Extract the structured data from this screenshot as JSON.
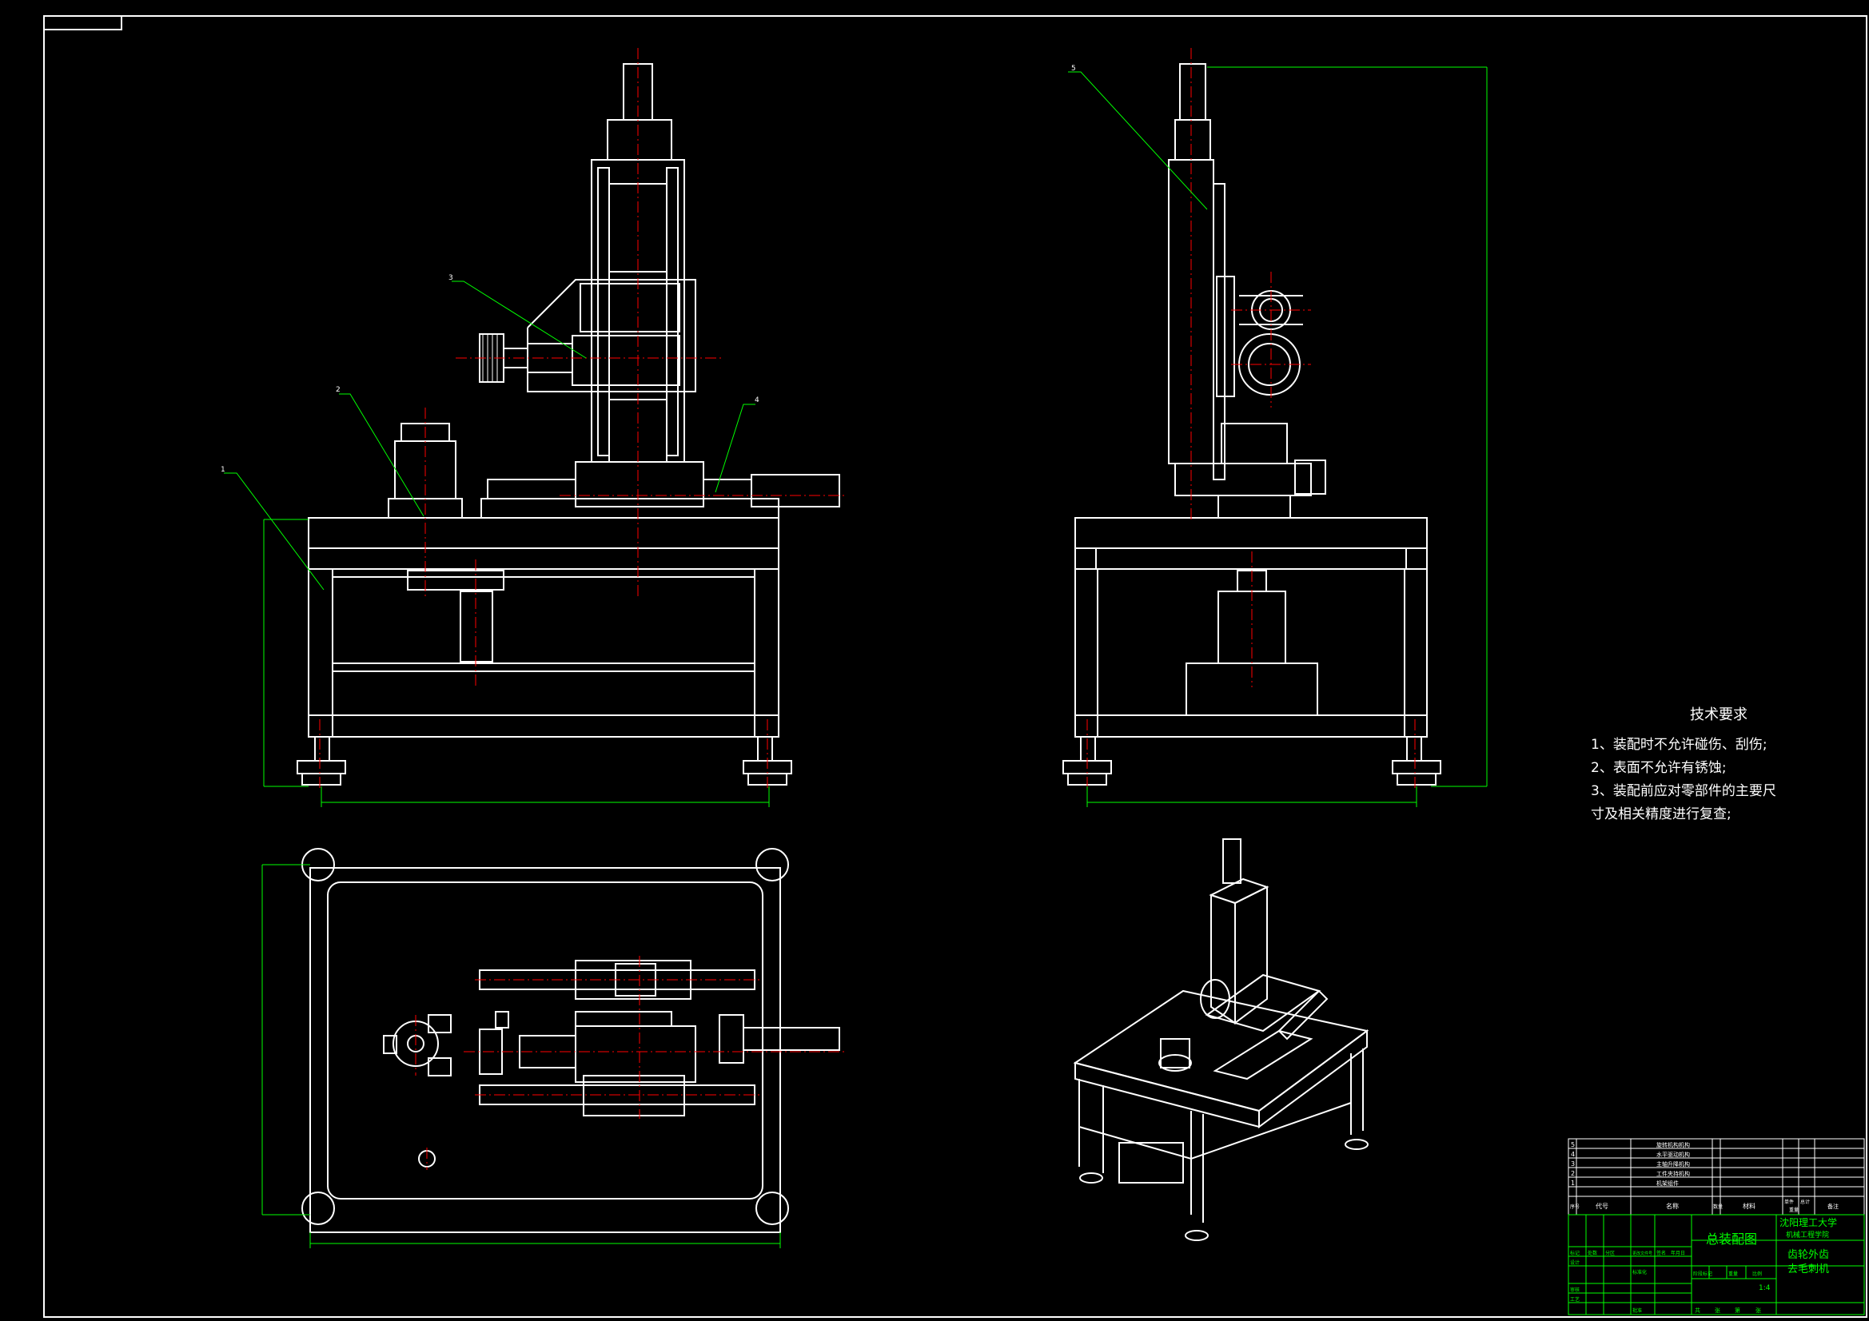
{
  "tech_requirements": {
    "title": "技术要求",
    "items": [
      "1、装配时不允许碰伤、刮伤;",
      "2、表面不允许有锈蚀;",
      "3、装配前应对零部件的主要尺",
      "寸及相关精度进行复查;"
    ]
  },
  "part_callouts": [
    "1",
    "2",
    "3",
    "4",
    "5"
  ],
  "title_block": {
    "drawing_name": "总装配图",
    "school": "沈阳理工大学",
    "college": "机械工程学院",
    "product_line1": "齿轮外齿",
    "product_line2": "去毛刺机",
    "bom_rows": [
      {
        "no": "5",
        "name": "旋转机构机构"
      },
      {
        "no": "4",
        "name": "水平驱动机构"
      },
      {
        "no": "3",
        "name": "主轴升降机构"
      },
      {
        "no": "2",
        "name": "工件夹持机构"
      },
      {
        "no": "1",
        "name": "机架组件"
      }
    ],
    "header_labels": [
      "序号",
      "代号",
      "名称",
      "数量",
      "材料",
      "单件",
      "总计",
      "备注",
      "重量"
    ],
    "sign_labels": [
      "标记",
      "处数",
      "分区",
      "更改文件号",
      "签名",
      "年月日",
      "设计",
      "审核",
      "工艺",
      "标准化",
      "批准"
    ],
    "stage_labels": [
      "阶段标记",
      "重量",
      "比例"
    ],
    "scale": "1:4",
    "sheet_labels": [
      "共",
      "张",
      "第",
      "张"
    ]
  },
  "colors": {
    "line": "#ffffff",
    "center": "#ff0000",
    "dimension": "#00ff00",
    "background": "#000000"
  }
}
